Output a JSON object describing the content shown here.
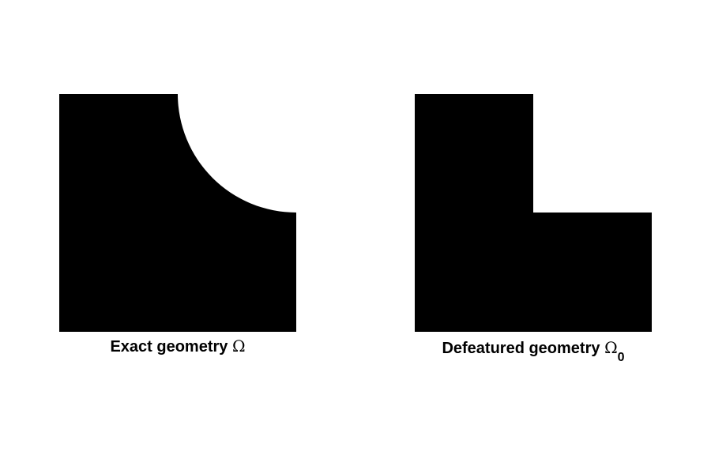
{
  "left_panel": {
    "caption_text": "Exact geometry ",
    "caption_symbol": "Ω"
  },
  "right_panel": {
    "caption_text": "Defeatured geometry ",
    "caption_symbol": "Ω",
    "caption_subscript": "0"
  },
  "colors": {
    "shape_fill": "#000000",
    "background": "#ffffff"
  }
}
